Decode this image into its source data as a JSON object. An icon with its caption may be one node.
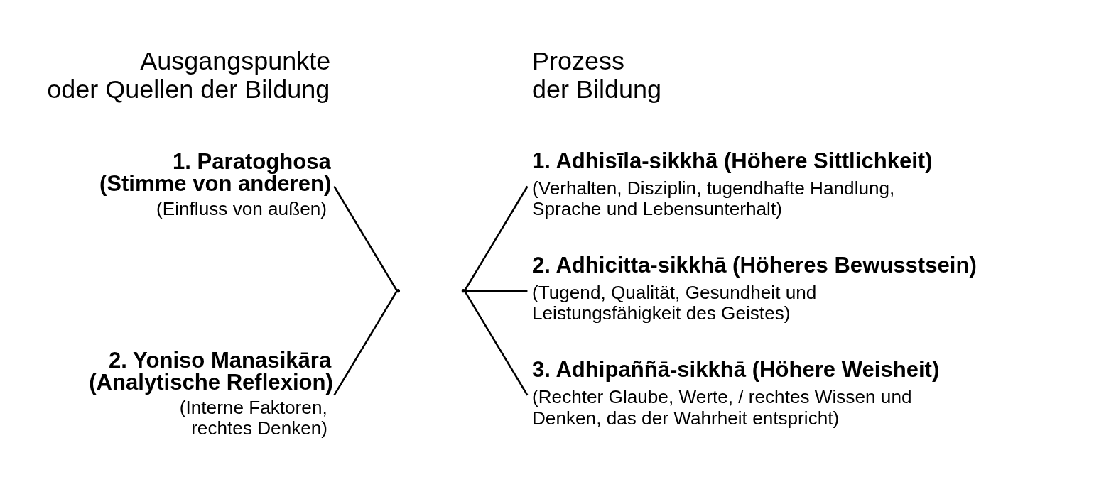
{
  "diagram": {
    "nodes": [
      {
        "text": [
          "1. Paratoghosa (Stimme von anderen)",
          "(Einfluss von außen)"
        ]
      },
      {
        "text": [
          "2. Yoniso Manasikāra (Analytische Reflexion)",
          "(Interne Faktoren, rechtes Denken)"
        ]
      },
      {
        "text": [],
        "shape": "point"
      },
      {
        "text": [],
        "shape": "point"
      },
      {
        "text": [
          "1. Adhisīla-sikkhā (Höhere Sittlichkeit)",
          "(Verhalten, Disziplin, tugendhafte Handlung, Sprache und Lebensunterhalt)"
        ]
      },
      {
        "text": [
          "2. Adhicitta-sikkhā (Höheres Bewusstsein)",
          "(Tugend, Qualität, Gesundheit und Leistungsfähigkeit des Geistes)"
        ]
      },
      {
        "text": [
          "3. Adhipaññā-sikkhā (Höhere Weisheit)",
          "(Rechter Glaube, Werte, / rechtes Wissen und Denken, das der Wahrheit entspricht)"
        ]
      }
    ],
    "edges": [
      {
        "from": 0,
        "to": 2,
        "arrow": "none"
      },
      {
        "from": 1,
        "to": 2,
        "arrow": "none"
      },
      {
        "from": 3,
        "to": 4,
        "arrow": "none"
      },
      {
        "from": 3,
        "to": 5,
        "arrow": "none"
      },
      {
        "from": 3,
        "to": 6,
        "arrow": "none"
      }
    ],
    "labels": [
      "Ausgangspunkte oder Quellen der Bildung",
      "Prozess der Bildung"
    ]
  }
}
